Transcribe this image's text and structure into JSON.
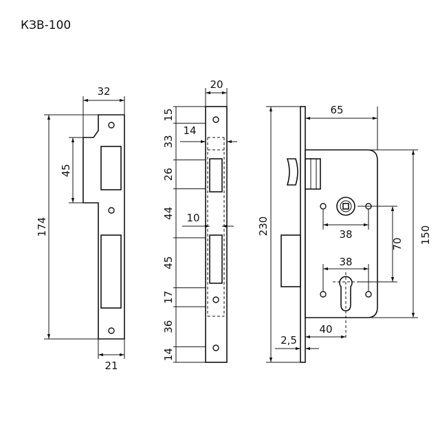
{
  "title": "КЗВ-100",
  "strike_plate": {
    "width": "32",
    "notch": "45",
    "height": "174",
    "bottom": "21"
  },
  "faceplate": {
    "width": "20",
    "tongue": "14",
    "slot": "10",
    "segments": [
      "15",
      "33",
      "26",
      "44",
      "45",
      "17",
      "36",
      "14"
    ]
  },
  "lock_body": {
    "depth": "65",
    "total_height": "230",
    "body_height": "150",
    "spindle_to_cylinder": "70",
    "spindle_holes": "38",
    "cylinder_holes": "38",
    "backset": "40",
    "plate_thickness": "2,5"
  }
}
